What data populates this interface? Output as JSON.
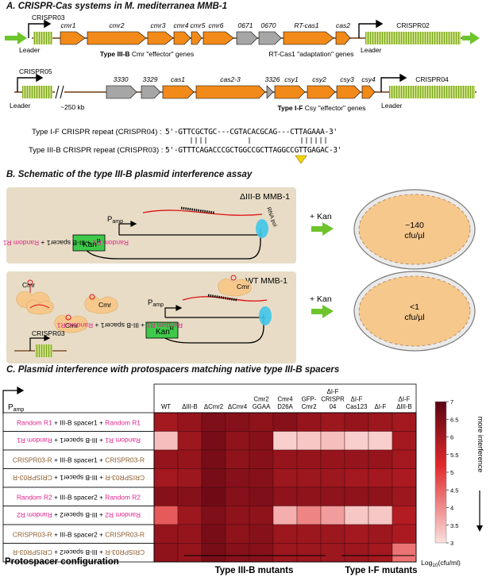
{
  "colors": {
    "gene_orange": "#f28a1a",
    "gene_gray": "#a6a6a6",
    "crispr_green": "#9bbf3a",
    "arrow_green": "#6dc42b",
    "assay_bg": "#e8dcc6",
    "plate_fill": "#f6c88c",
    "kan_green": "#3ec94a",
    "magenta": "#e0238c",
    "brown": "#8a5a2b",
    "rnap_cyan": "#3fc6ea",
    "marker_yellow": "#f4d400",
    "heat_high": "#5a0512",
    "heat_mid": "#e0282a",
    "heat_low": "#fbe0de"
  },
  "panelA": {
    "title": "A. CRISPR-Cas systems in M. mediterranea MMB-1",
    "row1": {
      "crispr03": "CRISPR03",
      "leader_left": "Leader",
      "genes": [
        "cmr1",
        "cmr2",
        "cmr3",
        "cmr4",
        "cmr5",
        "cmr6",
        "0671",
        "0670",
        "RT-cas1",
        "cas2"
      ],
      "typeIIIB_caption_bold": "Type III-B",
      "typeIIIB_caption": " Cmr \"effector\" genes",
      "rtcas1_caption": "RT-Cas1 \"adaptation\" genes",
      "leader_right": "Leader",
      "crispr02": "CRISPR02"
    },
    "row2": {
      "crispr05": "CRISPR05",
      "leader_left": "Leader",
      "gap": "~250 kb",
      "genes": [
        "3330",
        "3329",
        "cas1",
        "cas2-3",
        "3326",
        "csy1",
        "csy2",
        "csy3",
        "csy4"
      ],
      "typeIF_caption_bold": "Type I-F",
      "typeIF_caption": " Csy \"effector\" genes",
      "leader_right": "Leader",
      "crispr04": "CRISPR04"
    },
    "repeats": {
      "row1_label": "Type I-F CRISPR repeat (CRISPR04) :",
      "row1_prefix": "5'-",
      "row1_seq": "GTTCGCTGC---CGTACACGCAG---CTTAGAAA",
      "row1_suffix": "-3'",
      "row2_label": "Type III-B CRISPR repeat (CRISPR03) :",
      "row2_prefix": "5'-",
      "row2_seq": "GTTTCAGACCCGCTGGCCGCTTAGGCCGTTGAGAC",
      "row2_suffix": "-3'"
    }
  },
  "panelB": {
    "title": "B. Schematic of the type III-B plasmid interference assay",
    "strain_top": "ΔIII-B MMB-1",
    "strain_bottom": "WT MMB-1",
    "kan": "Kan",
    "kan_sup": "R",
    "pamp": "P",
    "pamp_sub": "amp",
    "rna_pol": "RNA pol",
    "insert_random": "Random R1",
    "insert_plus1": " + III-B spacer1 + ",
    "cmr": "Cmr",
    "crispr03": "CRISPR03",
    "add_kan": "+ Kan",
    "plate_top_value": "~140",
    "plate_top_unit": "cfu/µl",
    "plate_bottom_value": "<1",
    "plate_bottom_unit": "cfu/µl"
  },
  "panelC": {
    "title": "C. Plasmid interference with protospacers matching native type III-B spacers",
    "pamp": "P",
    "pamp_sub": "amp",
    "columns": [
      [
        "WT"
      ],
      [
        "ΔIII-B"
      ],
      [
        "ΔCmr2"
      ],
      [
        "ΔCmr4"
      ],
      [
        "Cmr2",
        "GGAA"
      ],
      [
        "Cmr4",
        "D26A"
      ],
      [
        "GFP-",
        "Cmr2"
      ],
      [
        "ΔI-F",
        "CRISPR",
        "04"
      ],
      [
        "ΔI-F",
        "Cas123"
      ],
      [
        "ΔI-F"
      ],
      [
        "ΔI-F",
        "ΔIII-B"
      ]
    ],
    "rows": [
      {
        "a": "Random R1",
        "mid": "III-B spacer1",
        "b": "Random R1",
        "kind": "random",
        "rev": false
      },
      {
        "a": "Random R1",
        "mid": "III-B spacer1",
        "b": "Random R1",
        "kind": "random",
        "rev": true
      },
      {
        "a": "CRISPR03-R",
        "mid": "III-B spacer1",
        "b": "CRISPR03-R",
        "kind": "crispr",
        "rev": false
      },
      {
        "a": "CRISPR03-R",
        "mid": "III-B spacer1",
        "b": "CRISPR03-R",
        "kind": "crispr",
        "rev": true
      },
      {
        "a": "Random R2",
        "mid": "III-B spacer2",
        "b": "Random R2",
        "kind": "random",
        "rev": false
      },
      {
        "a": "Random R2",
        "mid": "III-B spacer2",
        "b": "Random R2",
        "kind": "random",
        "rev": true
      },
      {
        "a": "CRISPR03-R",
        "mid": "III-B spacer2",
        "b": "CRISPR03-R",
        "kind": "crispr",
        "rev": false
      },
      {
        "a": "CRISPR03-R",
        "mid": "III-B spacer2",
        "b": "CRISPR03-R",
        "kind": "crispr",
        "rev": true
      }
    ],
    "heat_values": [
      [
        6.0,
        6.2,
        6.5,
        6.4,
        6.3,
        6.4,
        6.2,
        6.1,
        6.2,
        6.1,
        6.0
      ],
      [
        3.4,
        6.1,
        6.6,
        6.3,
        6.4,
        3.2,
        3.3,
        3.4,
        3.2,
        3.2,
        6.0
      ],
      [
        6.2,
        6.2,
        6.6,
        6.3,
        6.4,
        6.2,
        6.2,
        6.2,
        6.2,
        6.2,
        6.0
      ],
      [
        6.0,
        6.1,
        6.6,
        6.4,
        6.4,
        6.1,
        6.1,
        6.1,
        6.0,
        6.0,
        5.9
      ],
      [
        6.4,
        6.4,
        6.7,
        6.4,
        6.5,
        6.3,
        6.3,
        6.3,
        6.3,
        6.3,
        6.1
      ],
      [
        4.6,
        6.1,
        6.5,
        6.3,
        6.3,
        3.6,
        4.1,
        3.8,
        3.3,
        3.3,
        5.8
      ],
      [
        6.2,
        6.2,
        6.6,
        6.3,
        6.4,
        6.1,
        6.1,
        6.1,
        6.0,
        6.1,
        5.9
      ],
      [
        6.3,
        6.2,
        6.6,
        6.4,
        6.4,
        6.1,
        6.1,
        6.1,
        6.1,
        6.0,
        4.3
      ]
    ],
    "legend_ticks": [
      "7",
      "6.5",
      "6",
      "5.5",
      "5",
      "4.5",
      "4",
      "3.5",
      "3"
    ],
    "legend_range": [
      3,
      7
    ],
    "legend_side_label": "more interference",
    "legend_axis_pre": "Log",
    "legend_axis_sub": "10",
    "legend_axis_post": "(cfu/ml)",
    "footer_protospacer": "Protospacer configuration",
    "footer_typeIIIB": "Type III-B mutants",
    "footer_typeIF": "Type I-F mutants"
  }
}
